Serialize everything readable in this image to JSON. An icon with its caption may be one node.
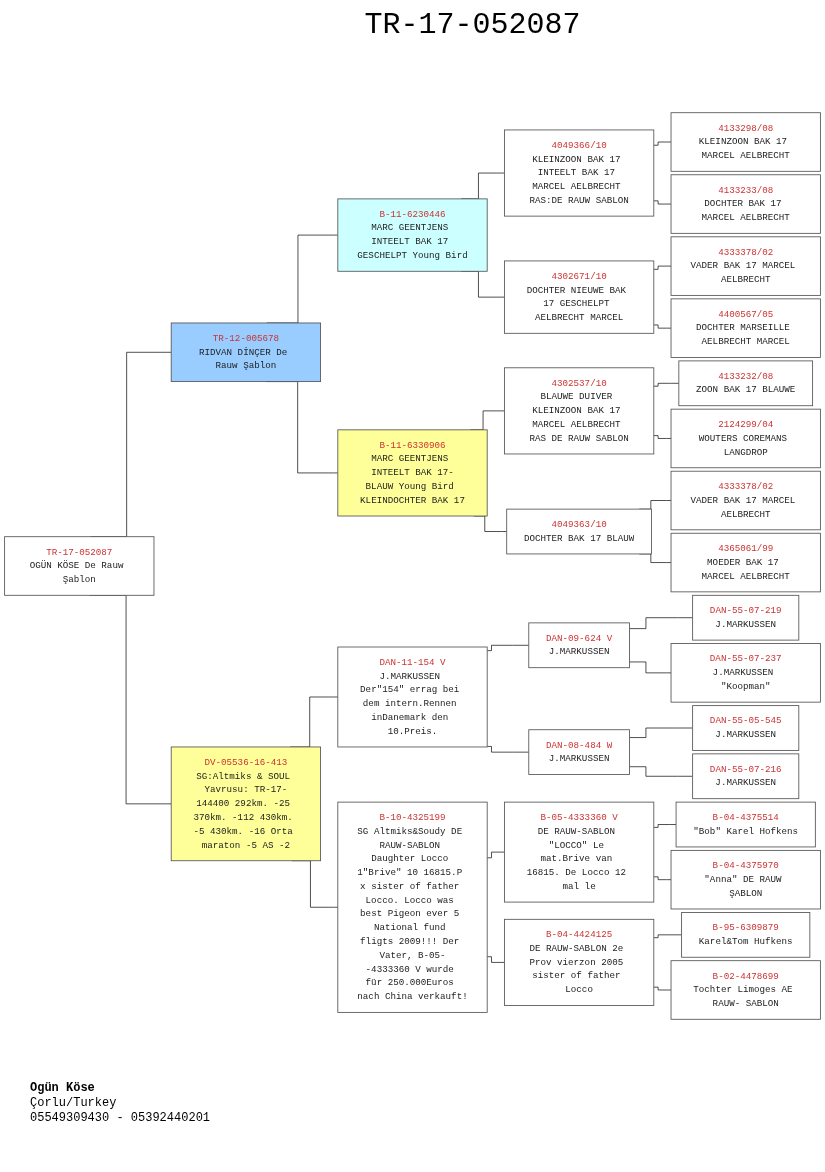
{
  "diagram": {
    "title": "TR-17-052087",
    "nodes": [
      {
        "text": [
          "TR-17-052087",
          "OGÜN KÖSE De Rauw Şablon"
        ]
      },
      {
        "text": [
          "TR-12-005678",
          "RIDVAN DİNÇER De Rauw Şablon"
        ]
      },
      {
        "text": [
          "DV-05536-16-413",
          "SG:Altmiks & SOUL Yavrusu: TR-17-144400 292km. -25 370km. -112 430km. -5 430km. -16 Orta maraton -5 AS -2"
        ]
      },
      {
        "text": [
          "B-11-6230446",
          "MARC GEENTJENS INTEELT BAK 17 GESCHELPT Young Bird"
        ]
      },
      {
        "text": [
          "B-11-6330906",
          "MARC GEENTJENS INTEELT BAK 17-BLAUW Young Bird KLEINDOCHTER BAK 17"
        ]
      },
      {
        "text": [
          "DAN-11-154 V",
          "J.MARKUSSEN Der\"154\" errag bei dem intern.Rennen inDanemark den 10.Preis."
        ]
      },
      {
        "text": [
          "B-10-4325199",
          "SG Altmiks&Soudy DE RAUW-SABLON Daughter Locco 1\"Brive\" 10 16815.P x sister of father Locco. Locco was best Pigeon ever 5 National fund fligts 2009!!! Der Vater, B-05--4333360 V wurde für 250.000Euros nach China verkauft!"
        ]
      },
      {
        "text": [
          "4049366/10",
          "KLEINZOON BAK 17 INTEELT BAK 17 MARCEL AELBRECHT RAS:DE RAUW SABLON"
        ]
      },
      {
        "text": [
          "4302671/10",
          "DOCHTER NIEUWE BAK 17 GESCHELPT AELBRECHT MARCEL"
        ]
      },
      {
        "text": [
          "4302537/10",
          "BLAUWE DUIVER KLEINZOON BAK 17 MARCEL AELBRECHT RAS DE RAUW SABLON"
        ]
      },
      {
        "text": [
          "4049363/10",
          "DOCHTER BAK 17 BLAUW"
        ]
      },
      {
        "text": [
          "DAN-09-624 V",
          "J.MARKUSSEN"
        ]
      },
      {
        "text": [
          "DAN-08-484 W",
          "J.MARKUSSEN"
        ]
      },
      {
        "text": [
          "B-05-4333360 V",
          "DE RAUW-SABLON \"LOCCO\" Le mat.Brive van 16815. De Locco 12 mal le"
        ]
      },
      {
        "text": [
          "B-04-4424125",
          "DE RAUW-SABLON 2e Prov vierzon 2005 sister of father Locco"
        ]
      },
      {
        "text": [
          "4133298/08",
          "KLEINZOON BAK 17 MARCEL AELBRECHT"
        ]
      },
      {
        "text": [
          "4133233/08",
          "DOCHTER BAK 17 MARCEL AELBRECHT"
        ]
      },
      {
        "text": [
          "4333378/02",
          "VADER BAK 17 MARCEL AELBRECHT"
        ]
      },
      {
        "text": [
          "4400567/05",
          "DOCHTER MARSEILLE AELBRECHT MARCEL"
        ]
      },
      {
        "text": [
          "4133232/08",
          "ZOON BAK 17 BLAUWE"
        ]
      },
      {
        "text": [
          "2124299/04",
          "WOUTERS COREMANS LANGDROP"
        ]
      },
      {
        "text": [
          "4333378/02",
          "VADER BAK 17 MARCEL AELBRECHT"
        ]
      },
      {
        "text": [
          "4365061/99",
          "MOEDER BAK 17 MARCEL AELBRECHT"
        ]
      },
      {
        "text": [
          "DAN-55-07-219",
          "J.MARKUSSEN"
        ]
      },
      {
        "text": [
          "DAN-55-07-237",
          "J.MARKUSSEN \"Koopman\""
        ]
      },
      {
        "text": [
          "DAN-55-05-545",
          "J.MARKUSSEN"
        ]
      },
      {
        "text": [
          "DAN-55-07-216",
          "J.MARKUSSEN"
        ]
      },
      {
        "text": [
          "B-04-4375514",
          "\"Bob\" Karel Hofkens"
        ]
      },
      {
        "text": [
          "B-04-4375970",
          "\"Anna\" DE RAUW ŞABLON"
        ]
      },
      {
        "text": [
          "B-95-6309879",
          "Karel&Tom Hufkens"
        ]
      },
      {
        "text": [
          "B-02-4478699",
          "Tochter Limoges AE RAUW- SABLON"
        ]
      }
    ],
    "edges": [
      {
        "from": 0,
        "to": 1,
        "arrow": "none"
      },
      {
        "from": 0,
        "to": 2,
        "arrow": "none"
      },
      {
        "from": 1,
        "to": 3,
        "arrow": "none"
      },
      {
        "from": 1,
        "to": 4,
        "arrow": "none"
      },
      {
        "from": 2,
        "to": 5,
        "arrow": "none"
      },
      {
        "from": 2,
        "to": 6,
        "arrow": "none"
      },
      {
        "from": 3,
        "to": 7,
        "arrow": "none"
      },
      {
        "from": 3,
        "to": 8,
        "arrow": "none"
      },
      {
        "from": 4,
        "to": 9,
        "arrow": "none"
      },
      {
        "from": 4,
        "to": 10,
        "arrow": "none"
      },
      {
        "from": 5,
        "to": 11,
        "arrow": "none"
      },
      {
        "from": 5,
        "to": 12,
        "arrow": "none"
      },
      {
        "from": 6,
        "to": 13,
        "arrow": "none"
      },
      {
        "from": 6,
        "to": 14,
        "arrow": "none"
      },
      {
        "from": 7,
        "to": 15,
        "arrow": "none"
      },
      {
        "from": 7,
        "to": 16,
        "arrow": "none"
      },
      {
        "from": 8,
        "to": 17,
        "arrow": "none"
      },
      {
        "from": 8,
        "to": 18,
        "arrow": "none"
      },
      {
        "from": 9,
        "to": 19,
        "arrow": "none"
      },
      {
        "from": 9,
        "to": 20,
        "arrow": "none"
      },
      {
        "from": 10,
        "to": 21,
        "arrow": "none"
      },
      {
        "from": 10,
        "to": 22,
        "arrow": "none"
      },
      {
        "from": 11,
        "to": 23,
        "arrow": "none"
      },
      {
        "from": 11,
        "to": 24,
        "arrow": "none"
      },
      {
        "from": 12,
        "to": 25,
        "arrow": "none"
      },
      {
        "from": 12,
        "to": 26,
        "arrow": "none"
      },
      {
        "from": 13,
        "to": 27,
        "arrow": "none"
      },
      {
        "from": 13,
        "to": 28,
        "arrow": "none"
      },
      {
        "from": 14,
        "to": 29,
        "arrow": "none"
      },
      {
        "from": 14,
        "to": 30,
        "arrow": "none"
      }
    ],
    "labels": [
      "Ogün Köse",
      "Çorlu/Turkey",
      "05549309430 - 05392440201"
    ]
  }
}
